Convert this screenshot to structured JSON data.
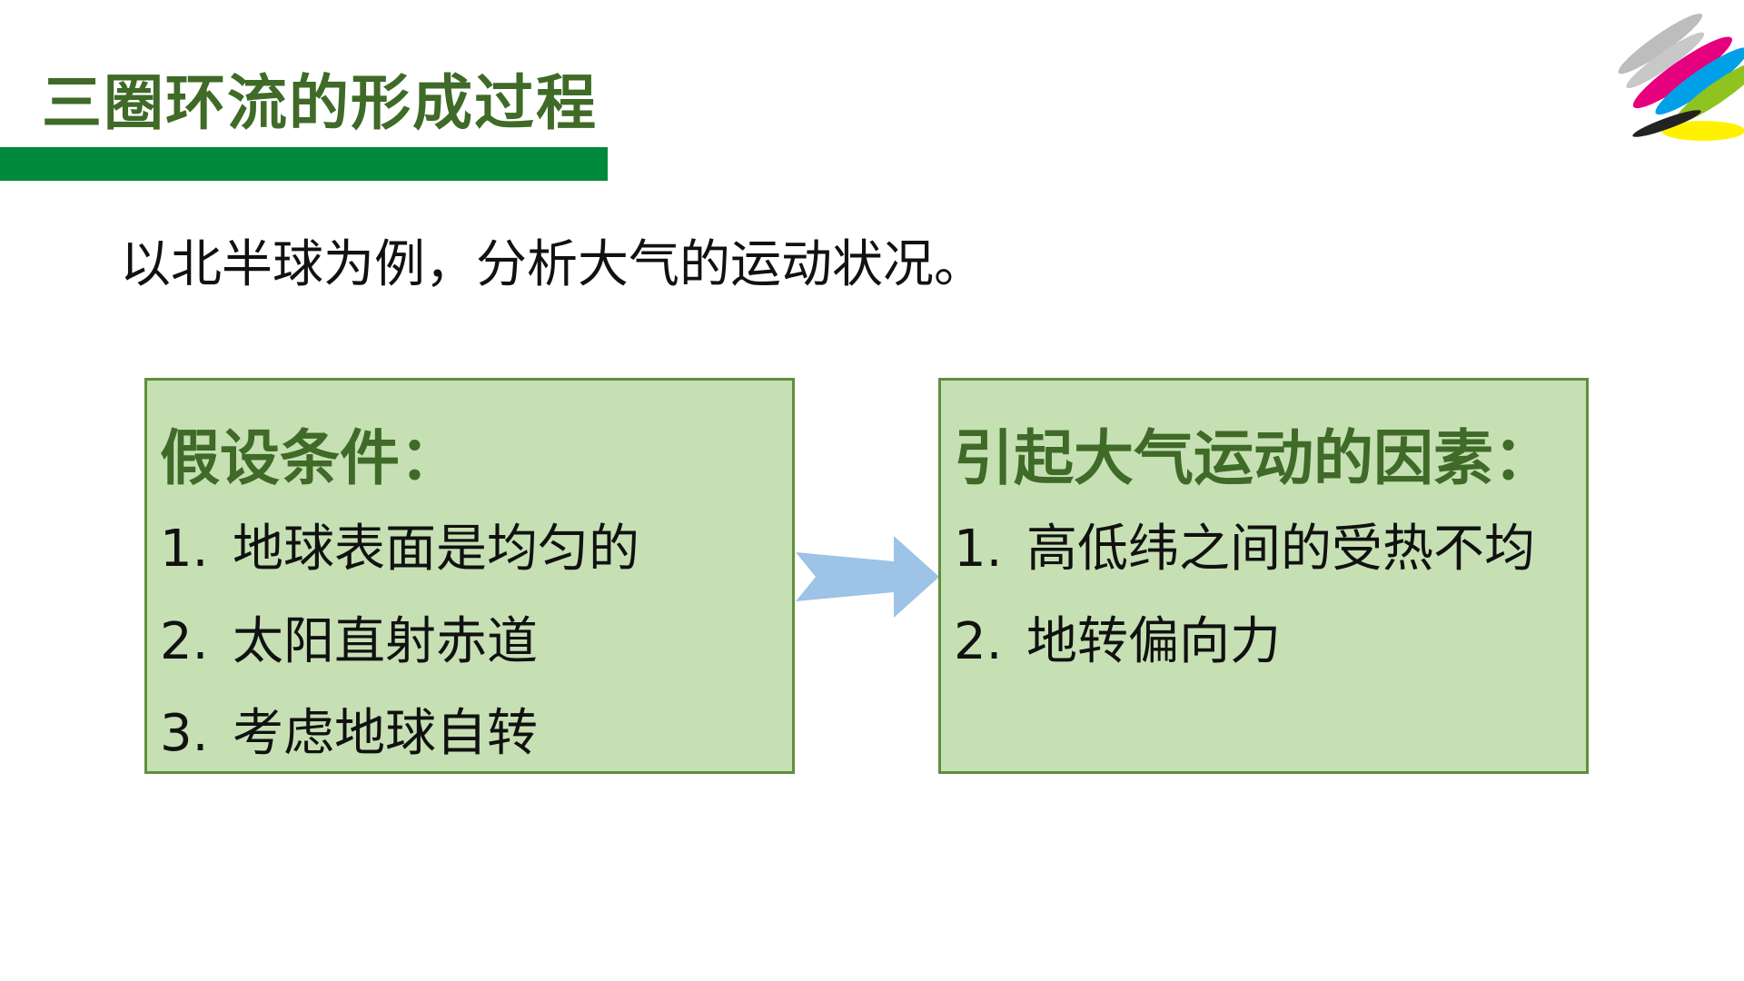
{
  "slide": {
    "title": "三圈环流的形成过程",
    "subtitle": "以北半球为例，分析大气的运动状况。"
  },
  "left_box": {
    "heading": "假设条件：",
    "items": [
      {
        "num": "1.",
        "text": "地球表面是均匀的"
      },
      {
        "num": "2.",
        "text": "太阳直射赤道"
      },
      {
        "num": "3.",
        "text": "考虑地球自转"
      }
    ]
  },
  "right_box": {
    "heading": "引起大气运动的因素：",
    "items": [
      {
        "num": "1.",
        "text": "高低纬之间的受热不均"
      },
      {
        "num": "2.",
        "text": "地转偏向力"
      }
    ]
  },
  "colors": {
    "title_text": "#3f6a27",
    "title_bar": "#008a3c",
    "box_fill": "#c6e0b4",
    "box_border": "#5e8f3e",
    "arrow": "#9dc3e6",
    "logo_stripes": [
      "#bdbdbd",
      "#e6007e",
      "#00a0e9",
      "#8fc31f",
      "#fff100"
    ]
  },
  "icons": {
    "arrow": "right-arrow-icon",
    "logo": "color-stripes-logo"
  }
}
